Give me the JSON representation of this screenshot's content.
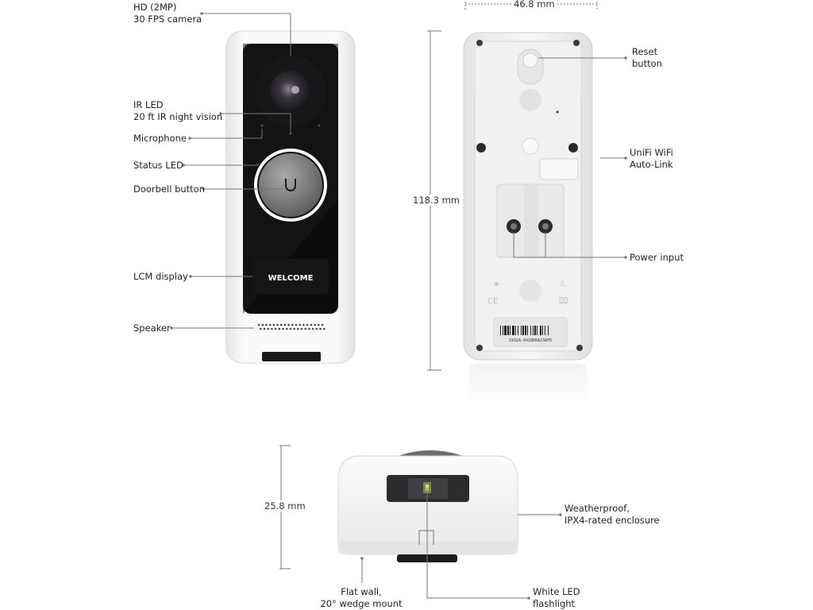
{
  "colors": {
    "leader": "#666666",
    "housing": "#f2f2f2",
    "screen": "#0c0c0e",
    "ring": "#ffffff"
  },
  "front": {
    "screen_text": "WELCOME",
    "callouts": [
      {
        "id": "camera",
        "lines": [
          "HD (2MP)",
          "30 FPS camera"
        ]
      },
      {
        "id": "ir-led",
        "lines": [
          "IR LED",
          "20 ft IR night vision"
        ]
      },
      {
        "id": "microphone",
        "lines": [
          "Microphone"
        ]
      },
      {
        "id": "status-led",
        "lines": [
          "Status LED"
        ]
      },
      {
        "id": "doorbell-button",
        "lines": [
          "Doorbell button"
        ]
      },
      {
        "id": "lcm-display",
        "lines": [
          "LCM display"
        ]
      },
      {
        "id": "speaker",
        "lines": [
          "Speaker"
        ]
      }
    ]
  },
  "back": {
    "serial": "1932A-0418D6A23AFD",
    "width_dim": "46.8 mm",
    "height_dim": "118.3 mm",
    "callouts": [
      {
        "id": "reset-button",
        "lines": [
          "Reset",
          "button"
        ]
      },
      {
        "id": "wifi-auto-link",
        "lines": [
          "UniFi WiFi",
          "Auto-Link"
        ]
      },
      {
        "id": "power-input",
        "lines": [
          "Power input"
        ]
      }
    ]
  },
  "bottom": {
    "depth_dim": "25.8 mm",
    "callouts": [
      {
        "id": "weatherproof",
        "lines": [
          "Weatherproof,",
          "IPX4-rated enclosure"
        ]
      },
      {
        "id": "wall-mount",
        "lines": [
          "Flat wall,",
          "20° wedge mount"
        ]
      },
      {
        "id": "flashlight",
        "lines": [
          "White LED",
          "flashlight"
        ]
      }
    ]
  }
}
